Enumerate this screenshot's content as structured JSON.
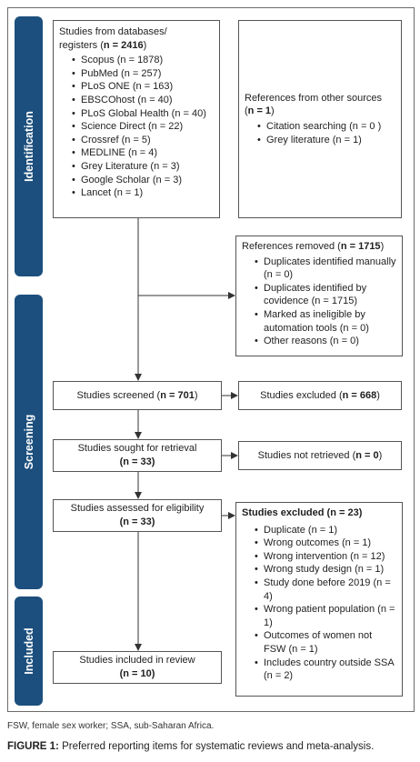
{
  "bands": {
    "identification": "Identification",
    "screening": "Screening",
    "included": "Included"
  },
  "databases": {
    "title_line1": "Studies from databases/",
    "title_line2_prefix": "registers (",
    "title_line2_n": "n = 2416",
    "title_line2_suffix": ")",
    "items": [
      "Scopus (n = 1878)",
      "PubMed (n = 257)",
      "PLoS ONE (n = 163)",
      "EBSCOhost (n = 40)",
      "PLoS Global Health (n = 40)",
      "Science Direct (n = 22)",
      "Crossref (n = 5)",
      "MEDLINE (n = 4)",
      "Grey Literature (n = 3)",
      "Google Scholar (n = 3)",
      "Lancet (n = 1)"
    ]
  },
  "other_sources": {
    "title": "References from other sources",
    "n_prefix": "(",
    "n": "n = 1",
    "n_suffix": ")",
    "items": [
      "Citation searching (n = 0 )",
      "Grey literature (n = 1)"
    ]
  },
  "removed": {
    "title": "References removed (",
    "n": "n = 1715",
    "suffix": ")",
    "items": [
      "Duplicates identified manually (n = 0)",
      "Duplicates identified by covidence (n = 1715)",
      "Marked as ineligible by automation tools (n = 0)",
      "Other reasons (n = 0)"
    ]
  },
  "screened": {
    "label": "Studies screened (",
    "n": "n = 701",
    "suffix": ")"
  },
  "excluded1": {
    "label": "Studies excluded (",
    "n": "n = 668",
    "suffix": ")"
  },
  "sought": {
    "label": "Studies sought for retrieval",
    "n": "(n = 33)"
  },
  "not_retrieved": {
    "label": "Studies not retrieved (",
    "n": "n = 0",
    "suffix": ")"
  },
  "assessed": {
    "label": "Studies assessed for eligibility",
    "n": "(n = 33)"
  },
  "excluded2": {
    "title": "Studies excluded (",
    "n": "n = 23",
    "suffix": ")",
    "items": [
      "Duplicate (n = 1)",
      "Wrong outcomes (n = 1)",
      "Wrong intervention (n = 12)",
      "Wrong study design (n = 1)",
      "Study done before 2019 (n = 4)",
      "Wrong patient population (n = 1)",
      "Outcomes of women not FSW (n = 1)",
      "Includes country outside SSA (n = 2)"
    ]
  },
  "included": {
    "label": "Studies included in review",
    "n": "(n = 10)"
  },
  "footnote": "FSW, female sex worker; SSA, sub-Saharan Africa.",
  "caption": {
    "bold": "FIGURE 1:",
    "text": " Preferred reporting items for systematic reviews and meta-analysis."
  }
}
